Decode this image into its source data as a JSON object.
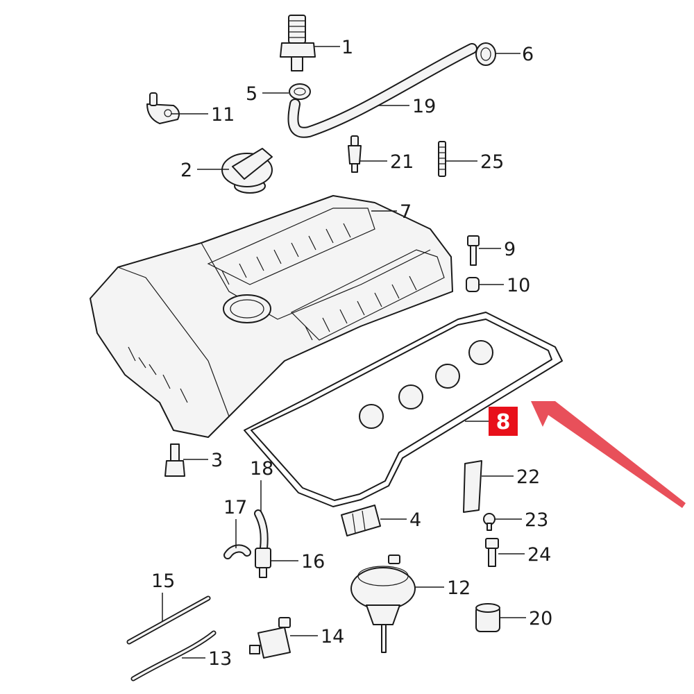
{
  "callouts": {
    "p1": "1",
    "p2": "2",
    "p3": "3",
    "p4": "4",
    "p5": "5",
    "p6": "6",
    "p7": "7",
    "p9": "9",
    "p10": "10",
    "p11": "11",
    "p12": "12",
    "p13": "13",
    "p14": "14",
    "p15": "15",
    "p16": "16",
    "p17": "17",
    "p18": "18",
    "p19": "19",
    "p20": "20",
    "p21": "21",
    "p22": "22",
    "p23": "23",
    "p24": "24",
    "p25": "25"
  },
  "highlight": {
    "label": "8",
    "color": "#e8101a",
    "arrow_color": "#e8505a"
  }
}
